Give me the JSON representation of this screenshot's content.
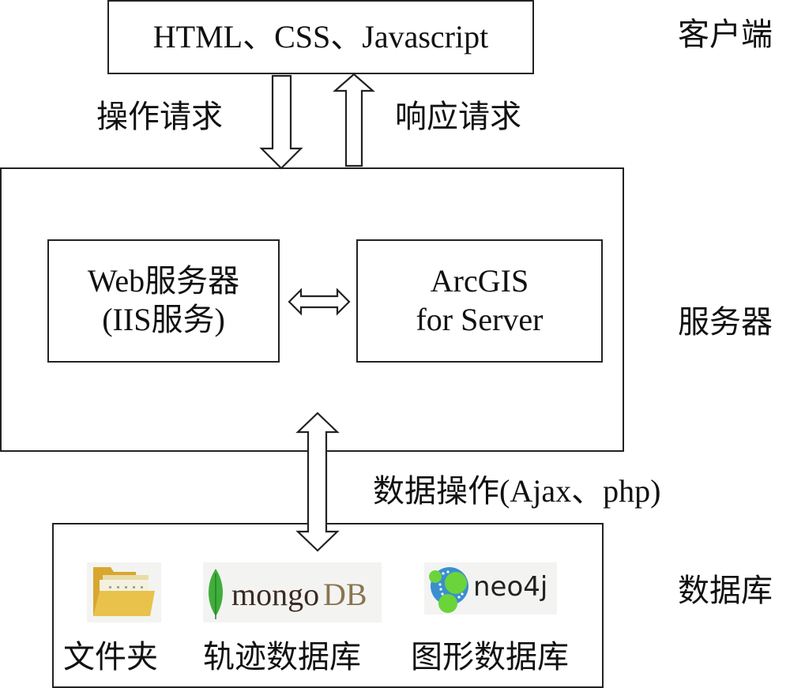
{
  "client": {
    "box_text": "HTML、CSS、Javascript",
    "tier_label": "客户端"
  },
  "flows": {
    "request_label": "操作请求",
    "response_label": "响应请求",
    "data_ops_label": "数据操作(Ajax、php)"
  },
  "server": {
    "tier_label": "服务器",
    "web_server_line1": "Web服务器",
    "web_server_line2": "(IIS服务)",
    "arcgis_line1": "ArcGIS",
    "arcgis_line2": "for Server"
  },
  "database": {
    "tier_label": "数据库",
    "items": [
      {
        "label": "文件夹",
        "icon": "folder-icon"
      },
      {
        "label": "轨迹数据库",
        "icon": "mongodb-logo",
        "logo_text": "mongoDB"
      },
      {
        "label": "图形数据库",
        "icon": "neo4j-logo",
        "logo_text": "neo4j"
      }
    ]
  },
  "colors": {
    "stroke": "#222222",
    "folder": "#e8c24a",
    "mongo_leaf": "#3fae3a",
    "mongo_text_dark": "#3b2a22",
    "mongo_text_light": "#8a7450",
    "neo4j_blue": "#3a8fd0",
    "neo4j_green": "#6bd43a"
  }
}
